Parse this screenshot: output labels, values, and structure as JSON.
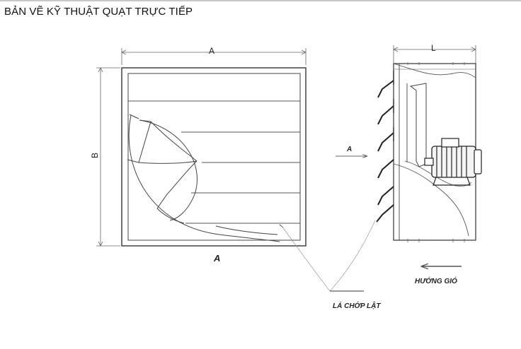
{
  "title": "BẢN VẼ KỸ THUẬT QUẠT TRỰC TIẾP",
  "front_view": {
    "dim_top": "A",
    "dim_side": "B",
    "dim_bottom": "A"
  },
  "side_view": {
    "dim_top": "L",
    "airflow_label": "A"
  },
  "labels": {
    "louver": "LÁ CHỚP LẬT",
    "wind_direction": "HƯỚNG GIÓ"
  }
}
